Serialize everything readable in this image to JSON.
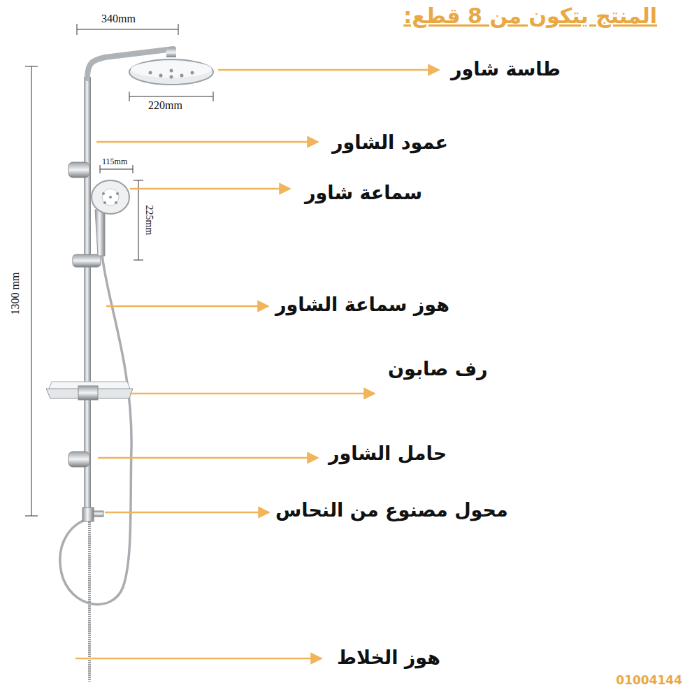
{
  "diagram": {
    "title": "المنتج يتكون من 8 قطع:",
    "labels": [
      "340mm",
      "220mm",
      "1300 mm",
      "115mm",
      "225mm",
      "طاسة شاور",
      "عمود الشاور",
      "سماعة شاور",
      "هوز سماعة الشاور",
      "رف صابون",
      "حامل الشاور",
      "محول مصنوع من النحاس",
      "هوز الخلاط",
      "01004144"
    ]
  }
}
